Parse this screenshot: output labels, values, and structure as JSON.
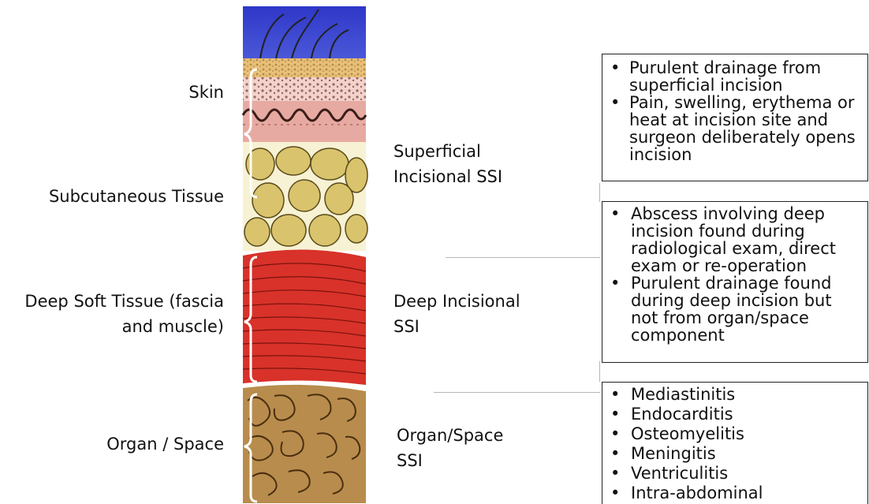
{
  "layer_labels": {
    "skin": "Skin",
    "subcutaneous": "Subcutaneous Tissue",
    "deep_line1": "Deep Soft Tissue (fascia",
    "deep_line2": "and muscle)",
    "organ": "Organ / Space"
  },
  "ssi_labels": {
    "superficial_line1": "Superficial",
    "superficial_line2": "Incisional SSI",
    "deep_line1": "Deep Incisional",
    "deep_line2": "SSI",
    "organ_line1": "Organ/Space",
    "organ_line2": "SSI"
  },
  "criteria": {
    "superficial": [
      "Purulent drainage from superficial incision",
      "Pain, swelling, erythema or heat at incision site and surgeon deliberately opens incision"
    ],
    "deep": [
      "Abscess involving deep incision found during radiological exam, direct exam or re-operation",
      "Purulent drainage found during deep incision but not from organ/space component"
    ],
    "organ": [
      "Mediastinitis",
      "Endocarditis",
      "Osteomyelitis",
      "Meningitis",
      "Ventriculitis",
      "Intra-abdominal"
    ]
  },
  "colors": {
    "sky": "#3a43c8",
    "skin": "#e9b7b0",
    "fat": "#f6f0cc",
    "fat_lobule": "#d8c26a",
    "muscle": "#d8322a",
    "organ": "#b58a4a"
  }
}
